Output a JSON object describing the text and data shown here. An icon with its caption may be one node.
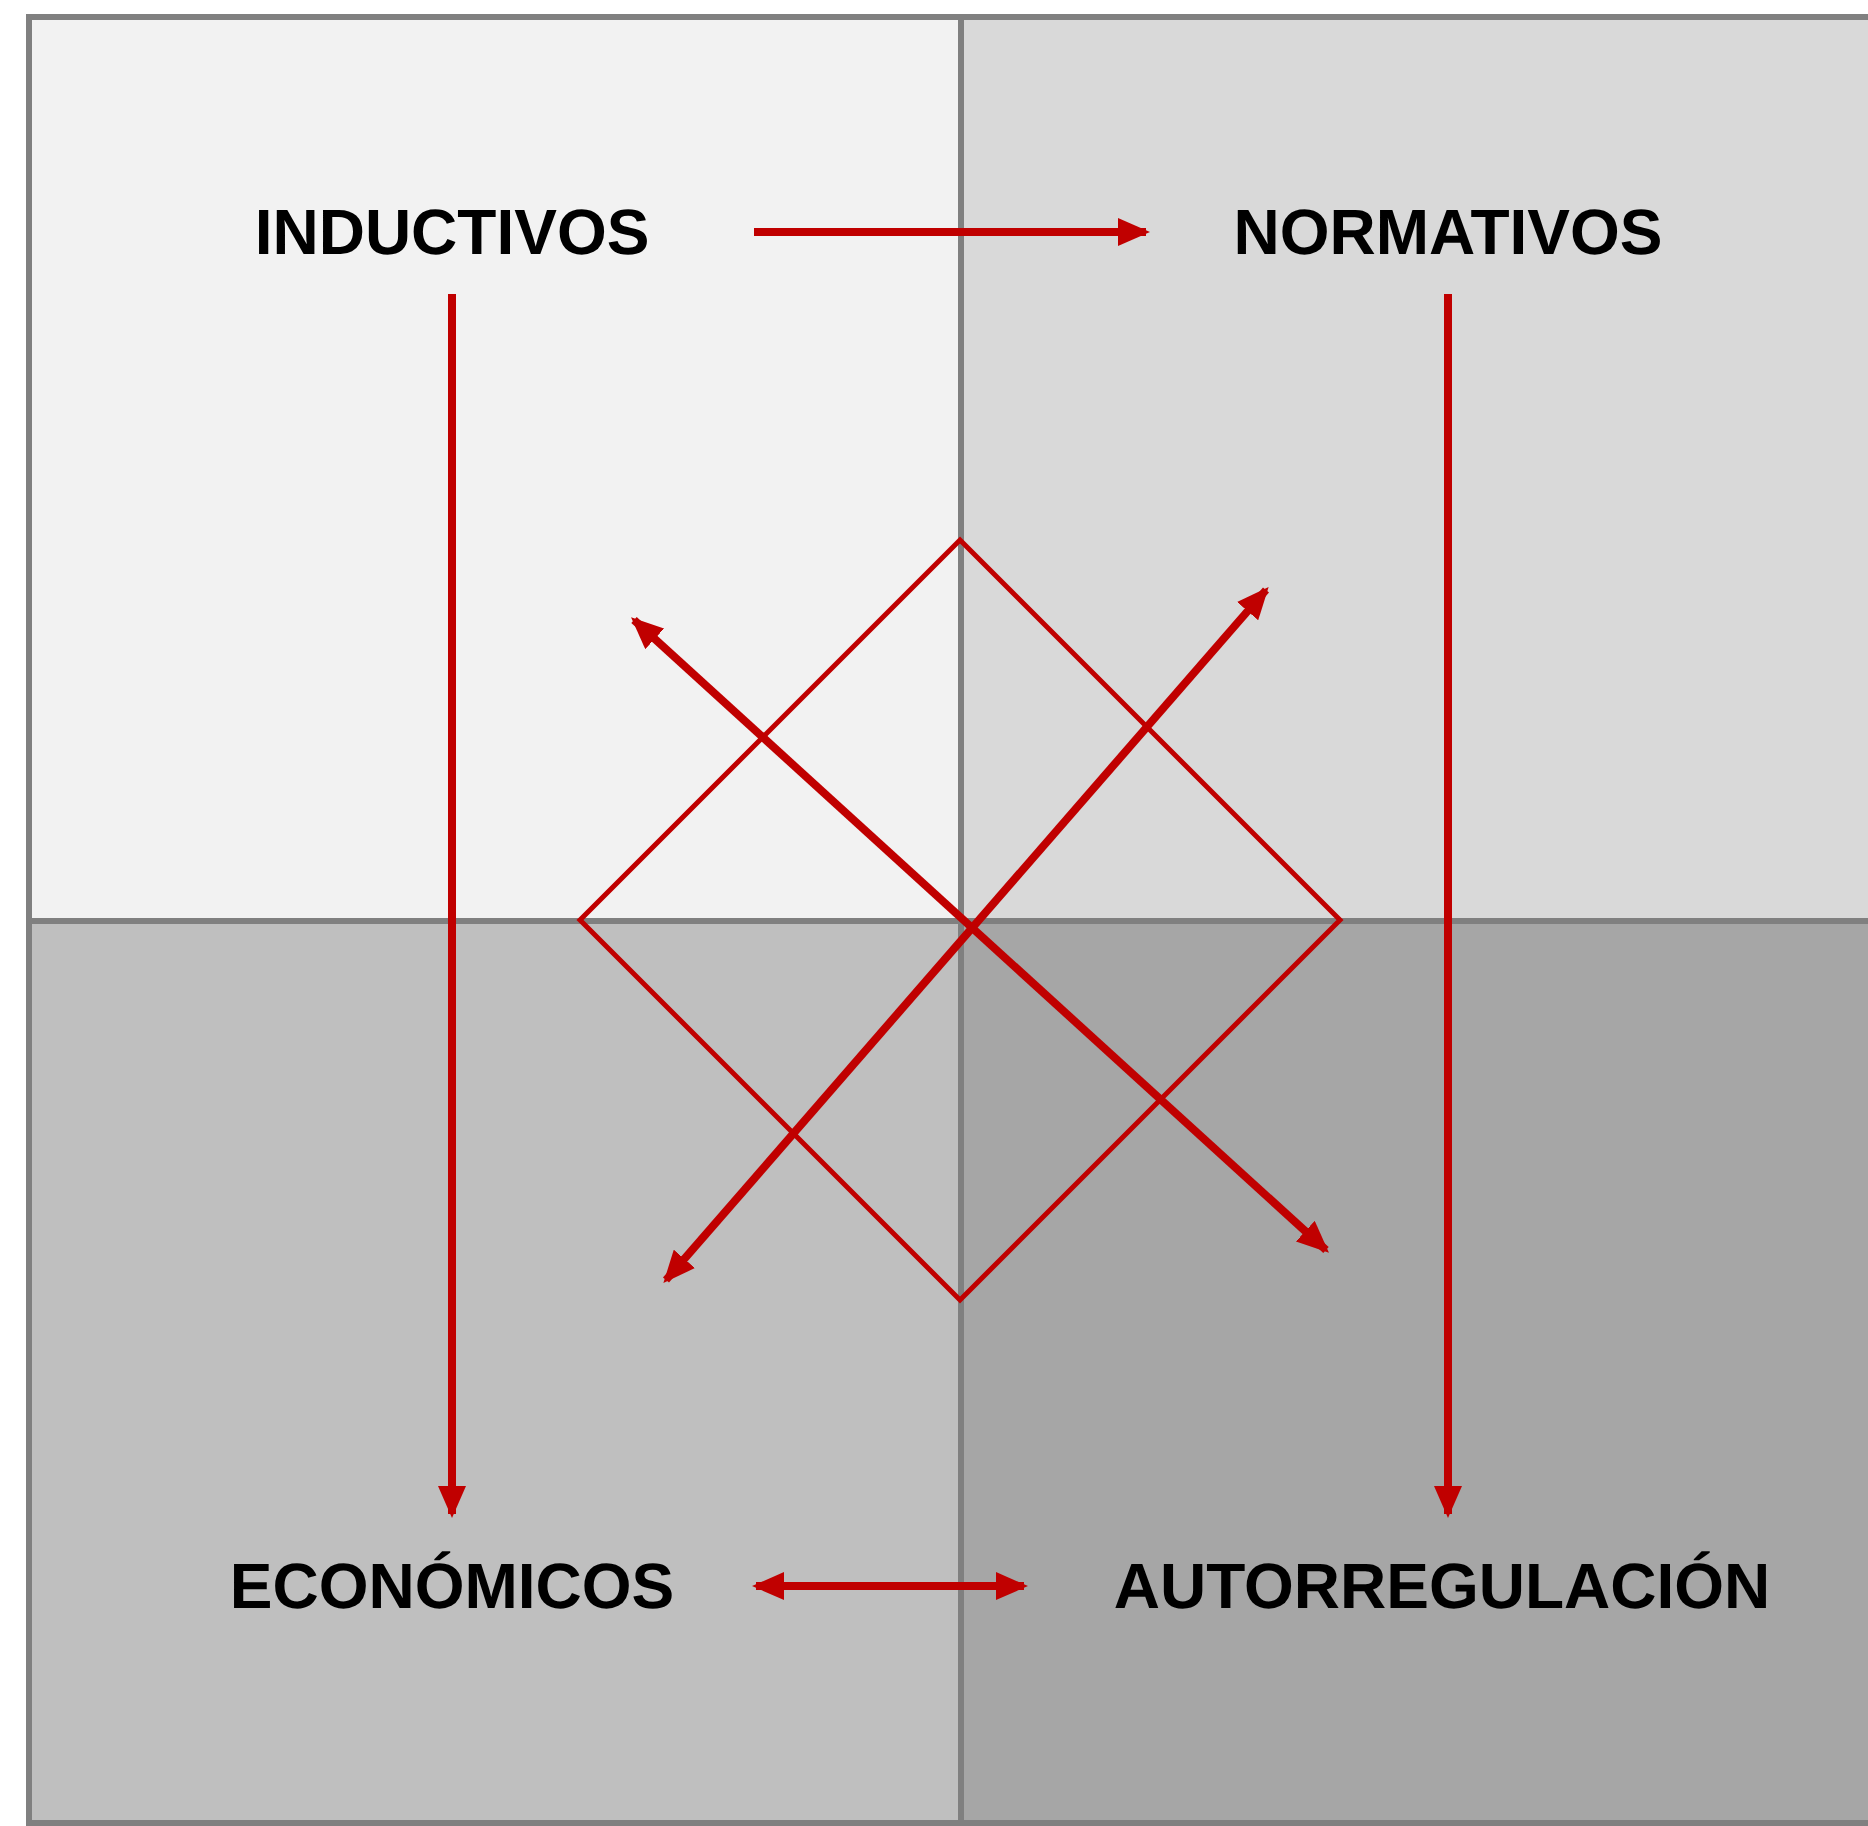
{
  "diagram": {
    "nodes": [
      {
        "text": [],
        "shape": "box"
      },
      {
        "text": [],
        "shape": "box"
      },
      {
        "text": [],
        "shape": "box"
      },
      {
        "text": [],
        "shape": "box"
      },
      {
        "text": [
          "INDUCTIVOS"
        ],
        "in": 0
      },
      {
        "text": [
          "NORMATIVOS"
        ],
        "in": 1
      },
      {
        "text": [],
        "shape": "diamond"
      },
      {
        "text": [
          "ECONÓMICOS"
        ],
        "in": 2
      },
      {
        "text": [
          "AUTORREGULACIÓN"
        ],
        "in": 3
      }
    ],
    "edges": [
      {
        "from": 4,
        "to": 5,
        "arrow": "to"
      },
      {
        "from": 4,
        "to": 7,
        "arrow": "to"
      },
      {
        "from": 5,
        "to": 8,
        "arrow": "to"
      },
      {
        "from": 7,
        "to": 8,
        "arrow": "both"
      }
    ]
  }
}
